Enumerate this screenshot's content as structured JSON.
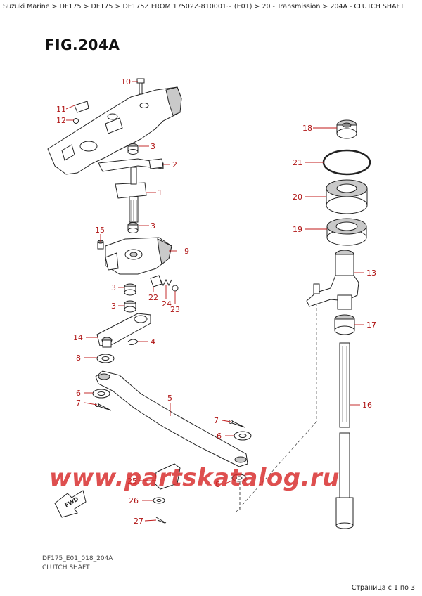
{
  "breadcrumb": "Suzuki Marine > DF175 > DF175 > DF175Z FROM 17502Z-810001~ (E01) > 20 - Transmission > 204A - CLUTCH SHAFT",
  "figure_title": "FIG.204A",
  "callouts": [
    "10",
    "11",
    "12",
    "3",
    "2",
    "1",
    "15",
    "3",
    "9",
    "3",
    "22",
    "24",
    "23",
    "3",
    "14",
    "4",
    "8",
    "6",
    "7",
    "5",
    "7",
    "6",
    "25",
    "8",
    "26",
    "27",
    "18",
    "21",
    "20",
    "19",
    "13",
    "17",
    "16"
  ],
  "watermark": "www.partskatalog.ru",
  "fwd_label": "FWD",
  "footer_code": "DF175_E01_018_204A",
  "footer_caption": "CLUTCH SHAFT",
  "page_info": "Страница с 1 по 3",
  "colors": {
    "callout": "#b01515",
    "watermark": "#d72828"
  }
}
